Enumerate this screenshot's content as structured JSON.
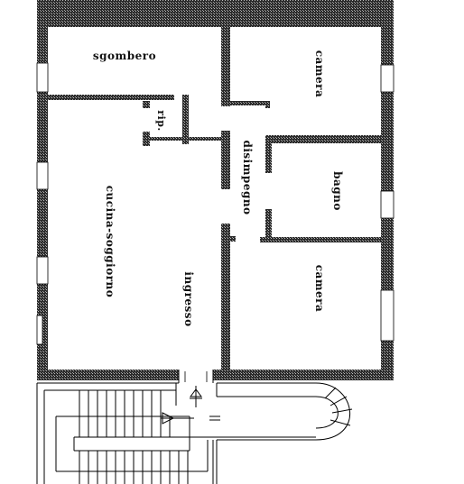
{
  "rooms": {
    "sgombero": "sgombero",
    "camera_top": "camera",
    "rip": "rip.",
    "disimpegno": "disimpegno",
    "bagno": "bagno",
    "cucina_soggiorno": "cucina-soggiorno",
    "ingresso": "ingresso",
    "camera_bottom": "camera"
  },
  "colors": {
    "wall_fill": "#222222",
    "hatch_dark": "#1a1a1a",
    "background": "#ffffff",
    "line": "#000000"
  }
}
